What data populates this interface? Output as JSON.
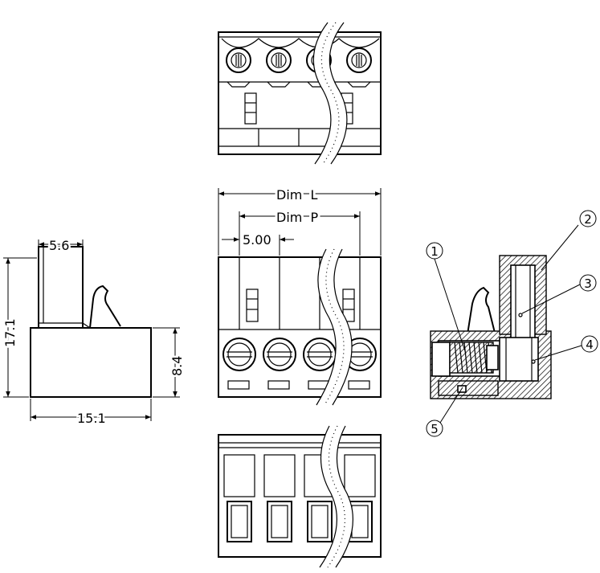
{
  "dimensions": {
    "top_width": "5.6",
    "height": "17.1",
    "body_height": "8.4",
    "depth": "15.1",
    "dim_l": "Dim  L",
    "dim_p": "Dim  P",
    "pitch": "5.00"
  },
  "callouts": [
    "1",
    "2",
    "3",
    "4",
    "5"
  ]
}
